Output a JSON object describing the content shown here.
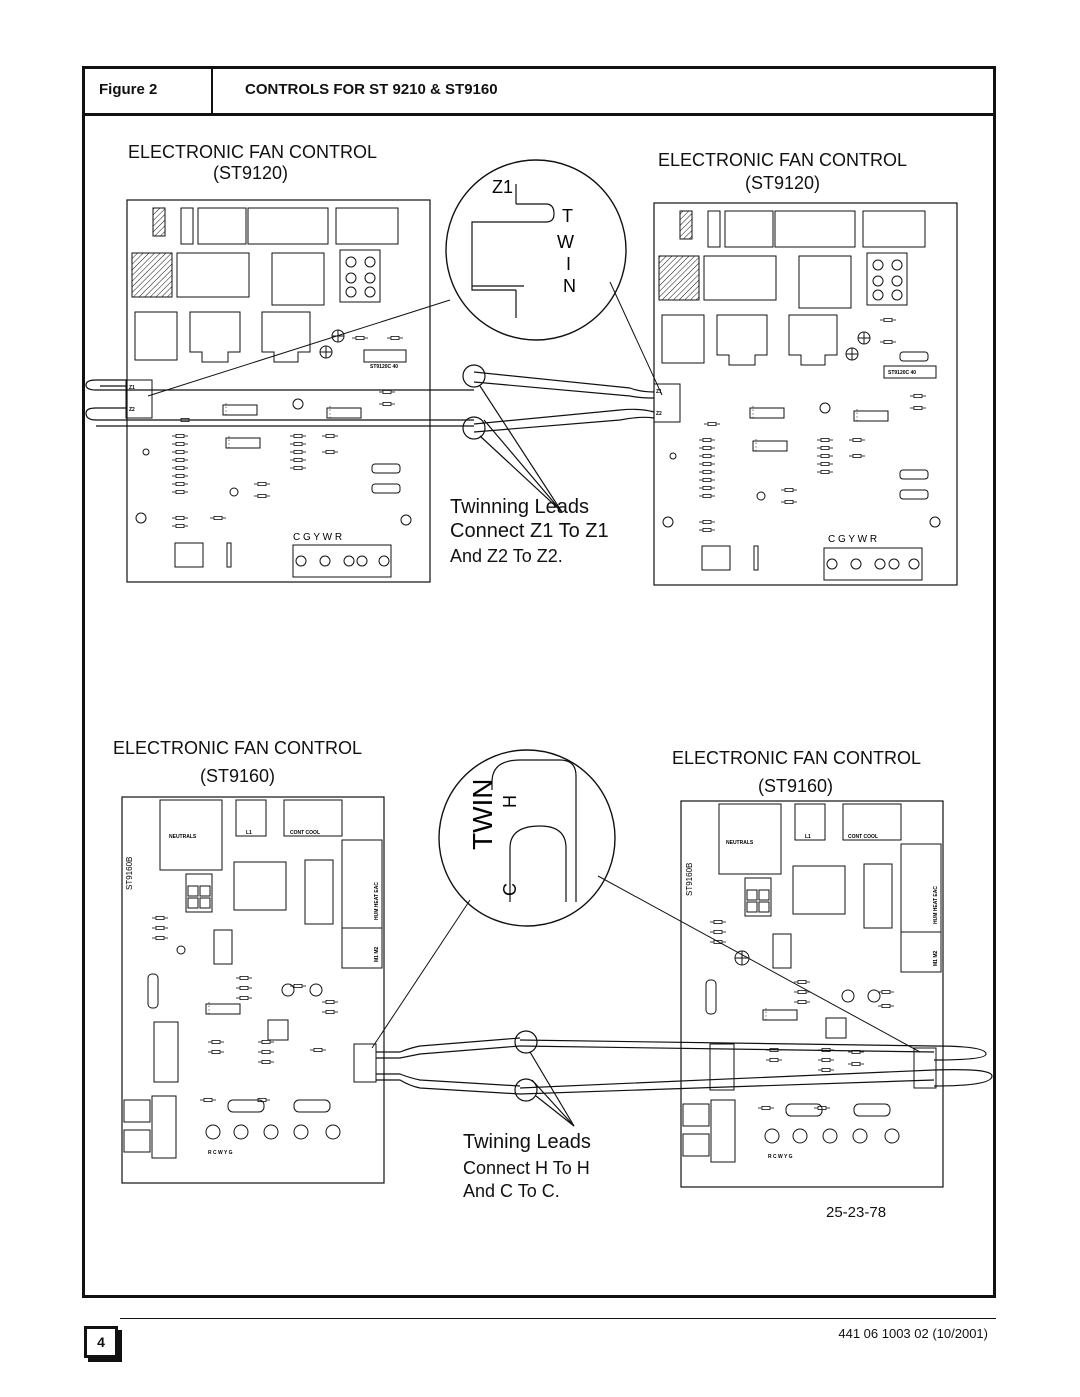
{
  "header": {
    "figure_label": "Figure 2",
    "title": "CONTROLS FOR ST 9210 & ST9160"
  },
  "boards": {
    "top_left": {
      "title": "ELECTRONIC FAN CONTROL",
      "model": "ST9120",
      "part": "ST9120C 40",
      "terminals": "C  G  Y  W  R"
    },
    "top_right": {
      "title": "ELECTRONIC FAN CONTROL",
      "model": "ST9120",
      "part": "ST9120C 40",
      "terminals": "C  G  Y  W  R"
    },
    "bottom_left": {
      "title": "ELECTRONIC FAN CONTROL",
      "model": "ST9160",
      "part": "ST9160B"
    },
    "bottom_right": {
      "title": "ELECTRONIC FAN CONTROL",
      "model": "ST9160",
      "part": "ST9160B"
    }
  },
  "detail_top": {
    "z1": "Z1",
    "letters": [
      "T",
      "W",
      "I",
      "N"
    ]
  },
  "detail_bottom": {
    "twin": "TWIN",
    "h": "H",
    "c": "C"
  },
  "notes": {
    "top": [
      "Twinning Leads",
      "Connect Z1 To Z1",
      "And Z2 To Z2."
    ],
    "bottom": [
      "Twining Leads",
      "Connect H To H",
      "And C To C."
    ]
  },
  "figure_code": "25-23-78",
  "footer": {
    "page": "4",
    "doc": "441 06 1003 02 (10/2001)"
  }
}
